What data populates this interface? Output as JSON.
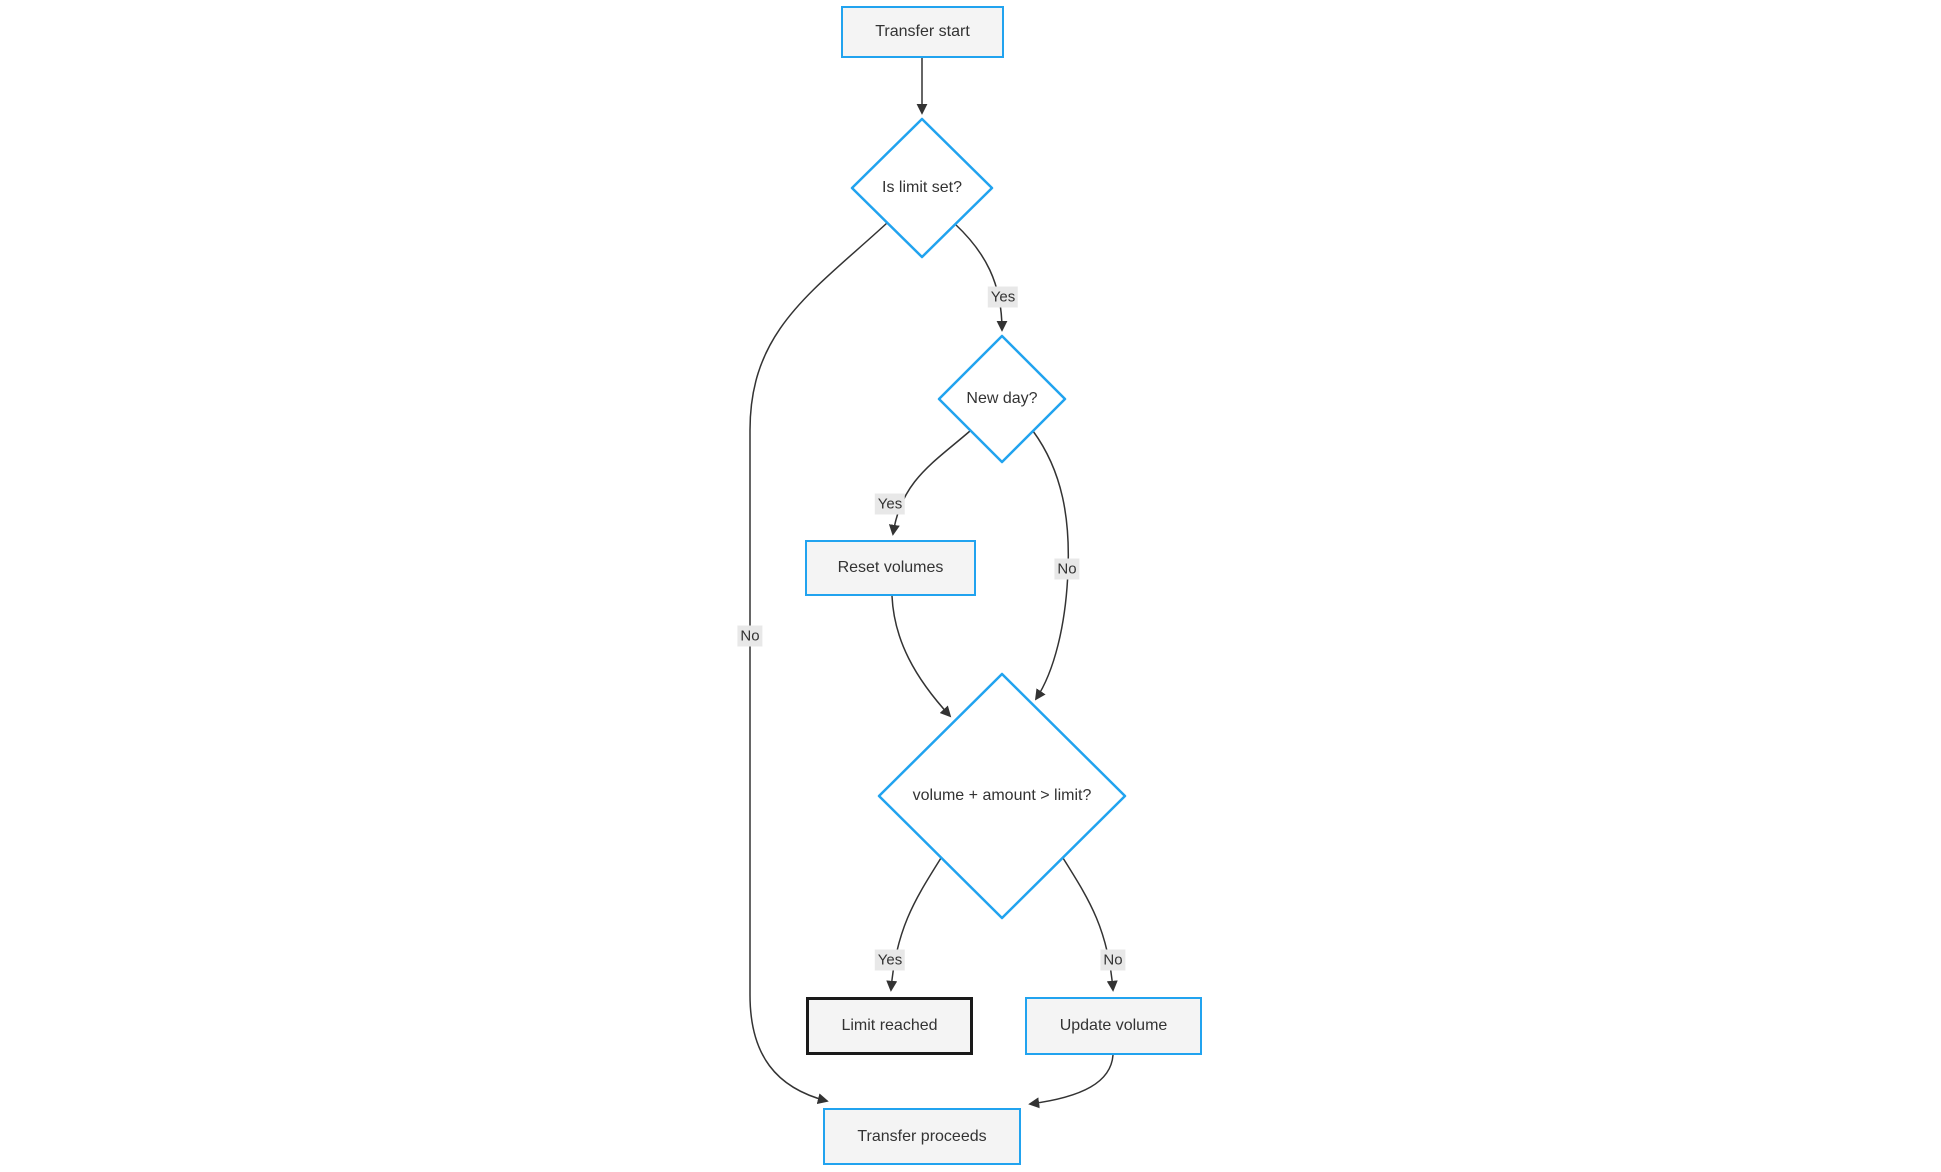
{
  "diagram": {
    "type": "flowchart",
    "direction": "top-down",
    "nodes": [
      {
        "id": "start",
        "label": "Transfer start",
        "shape": "rect",
        "variant": "blue"
      },
      {
        "id": "limitSet",
        "label": "Is limit set?",
        "shape": "diamond",
        "variant": "blue"
      },
      {
        "id": "newDay",
        "label": "New day?",
        "shape": "diamond",
        "variant": "blue"
      },
      {
        "id": "reset",
        "label": "Reset volumes",
        "shape": "rect",
        "variant": "blue"
      },
      {
        "id": "check",
        "label": "volume + amount > limit?",
        "shape": "diamond",
        "variant": "blue"
      },
      {
        "id": "reached",
        "label": "Limit reached",
        "shape": "rect",
        "variant": "black"
      },
      {
        "id": "update",
        "label": "Update volume",
        "shape": "rect",
        "variant": "blue"
      },
      {
        "id": "proceed",
        "label": "Transfer proceeds",
        "shape": "rect",
        "variant": "blue"
      }
    ],
    "edges": [
      {
        "from": "start",
        "to": "limitSet",
        "label": ""
      },
      {
        "from": "limitSet",
        "to": "newDay",
        "label": "Yes"
      },
      {
        "from": "limitSet",
        "to": "proceed",
        "label": "No"
      },
      {
        "from": "newDay",
        "to": "reset",
        "label": "Yes"
      },
      {
        "from": "newDay",
        "to": "check",
        "label": "No"
      },
      {
        "from": "reset",
        "to": "check",
        "label": ""
      },
      {
        "from": "check",
        "to": "reached",
        "label": "Yes"
      },
      {
        "from": "check",
        "to": "update",
        "label": "No"
      },
      {
        "from": "update",
        "to": "proceed",
        "label": ""
      }
    ],
    "colors": {
      "node_border": "#21a3ef",
      "node_fill": "#f4f4f4",
      "diamond_fill": "#ffffff",
      "terminal_border": "#1a1a1a",
      "edge_line": "#333333",
      "edge_label_bg": "#e8e8e8",
      "text": "#333333",
      "background": "#ffffff"
    }
  }
}
